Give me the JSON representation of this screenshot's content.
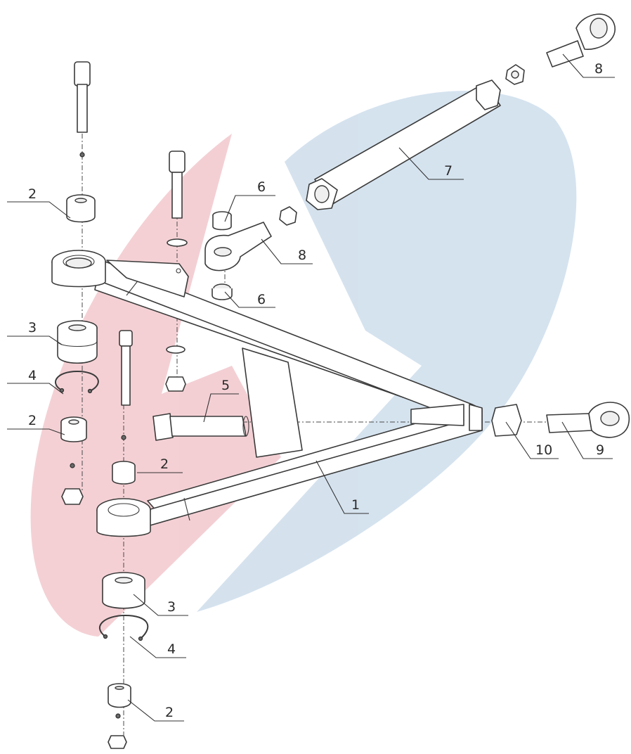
{
  "diagram": {
    "watermark_colors": {
      "red": "#f3cdd2",
      "blue": "#d3e1ee"
    },
    "callouts": [
      {
        "id": "c-2-top",
        "label": "2"
      },
      {
        "id": "c-3-top",
        "label": "3"
      },
      {
        "id": "c-4-top",
        "label": "4"
      },
      {
        "id": "c-2-mid",
        "label": "2"
      },
      {
        "id": "c-2-lower",
        "label": "2"
      },
      {
        "id": "c-5",
        "label": "5"
      },
      {
        "id": "c-6-top",
        "label": "6"
      },
      {
        "id": "c-6-bot",
        "label": "6"
      },
      {
        "id": "c-8-mid",
        "label": "8"
      },
      {
        "id": "c-8-top",
        "label": "8"
      },
      {
        "id": "c-7",
        "label": "7"
      },
      {
        "id": "c-10",
        "label": "10"
      },
      {
        "id": "c-9",
        "label": "9"
      },
      {
        "id": "c-1",
        "label": "1"
      },
      {
        "id": "c-3-bot",
        "label": "3"
      },
      {
        "id": "c-4-bot",
        "label": "4"
      },
      {
        "id": "c-2-bot",
        "label": "2"
      }
    ]
  }
}
